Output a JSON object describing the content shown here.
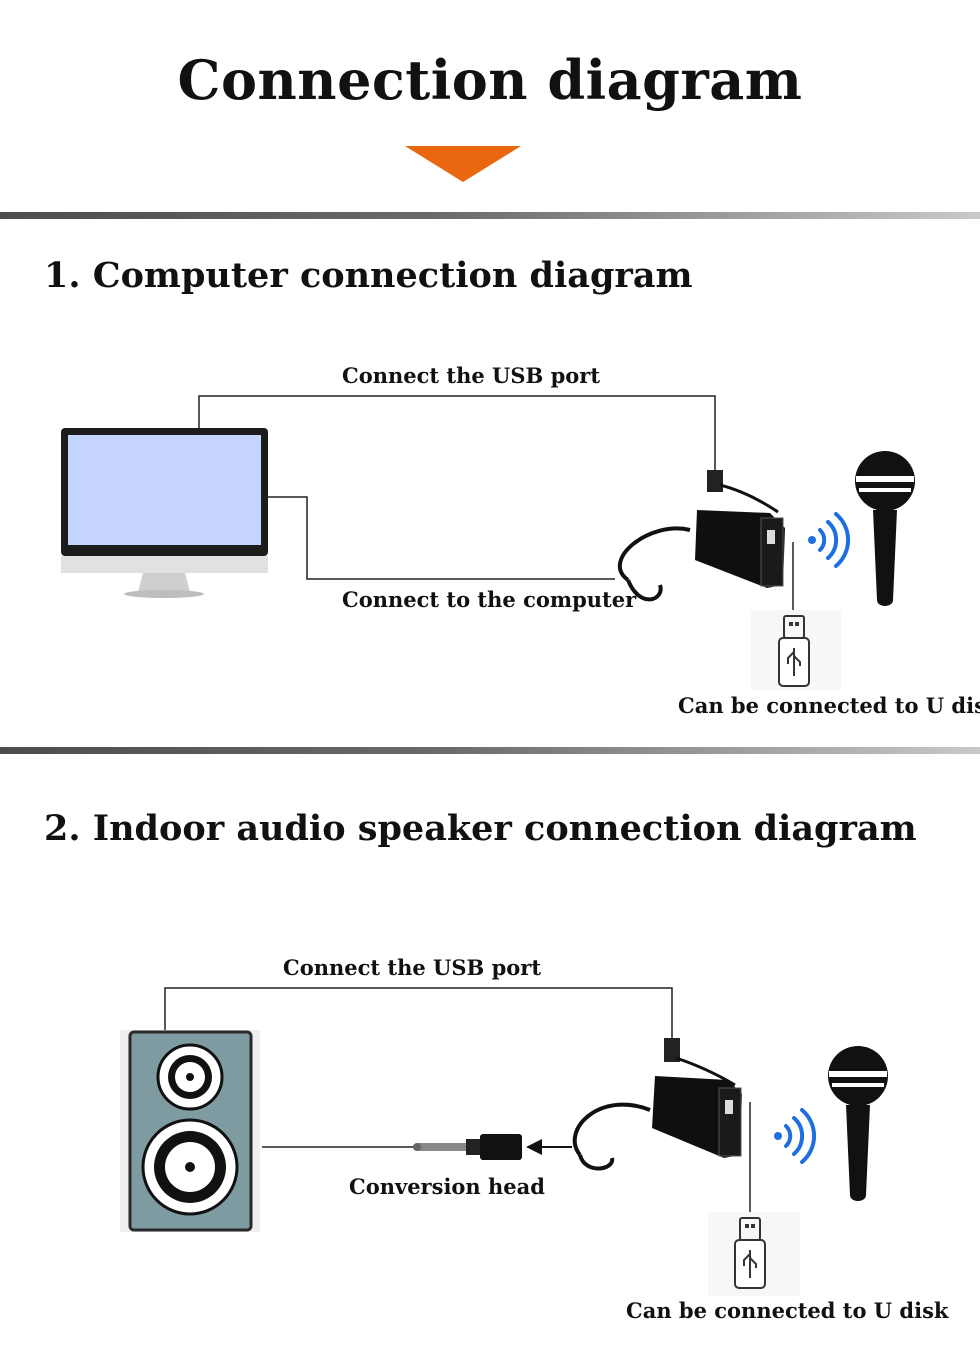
{
  "header": {
    "title": "Connection diagram"
  },
  "section1": {
    "title": "1. Computer connection diagram",
    "usb_label": "Connect the USB port",
    "computer_label": "Connect to the computer",
    "udisk_label": "Can be connected to U disk"
  },
  "section2": {
    "title": "2. Indoor audio speaker connection diagram",
    "usb_label": "Connect the USB port",
    "conversion_label": "Conversion head",
    "udisk_label": "Can be connected to U disk"
  },
  "colors": {
    "accent_arrow": "#e9670f",
    "screen": "#c3d5ff",
    "speaker_body": "#7d9ba1",
    "wireless_blue": "#1f6fe0"
  }
}
